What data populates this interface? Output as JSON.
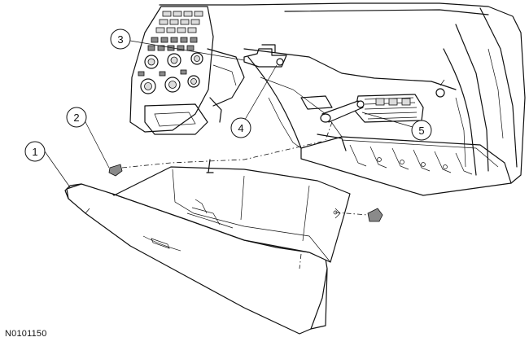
{
  "figure_id": "N0101150",
  "callouts": [
    {
      "label": "1"
    },
    {
      "label": "2"
    },
    {
      "label": "3"
    },
    {
      "label": "4"
    },
    {
      "label": "5"
    }
  ]
}
